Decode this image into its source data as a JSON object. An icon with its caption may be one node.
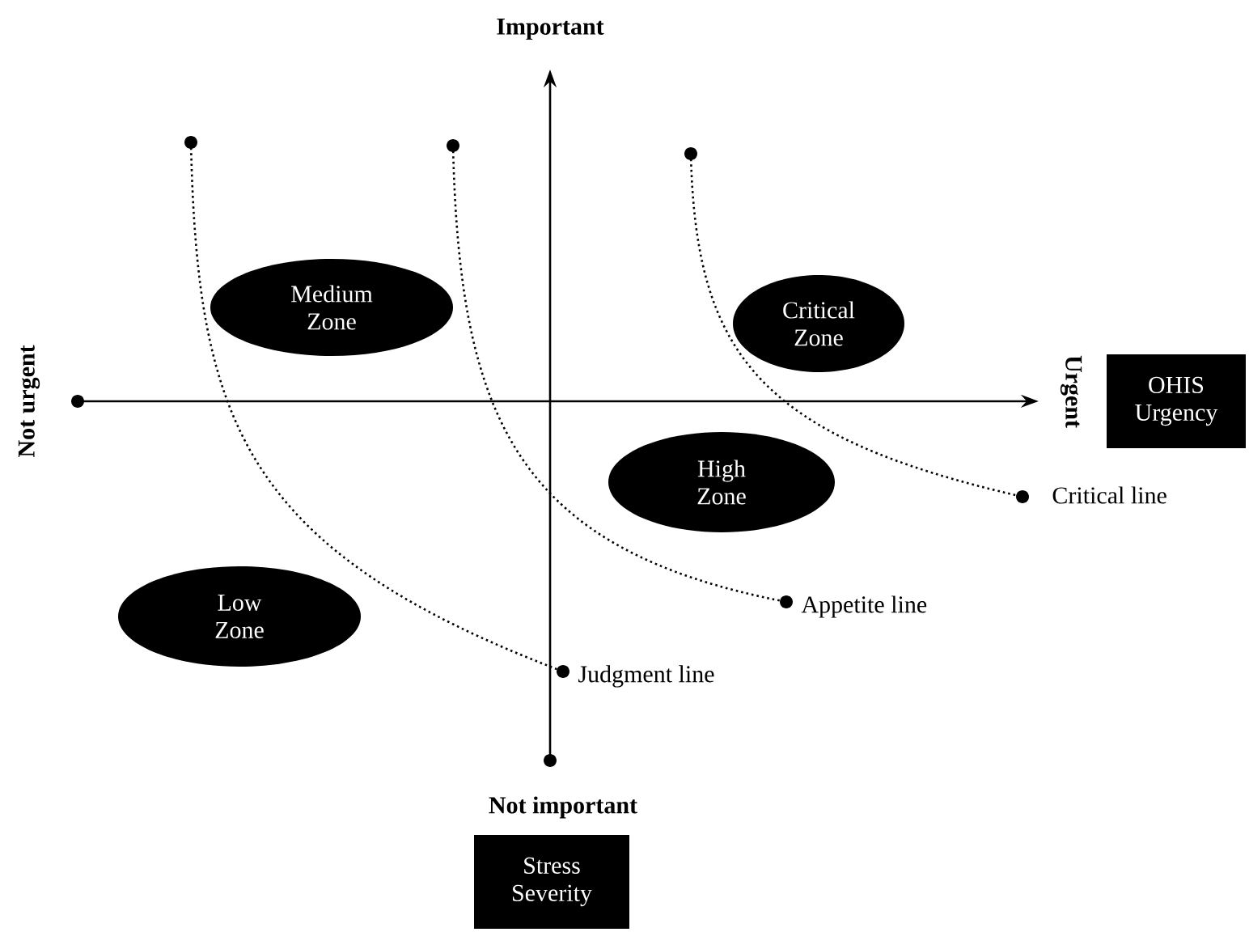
{
  "diagram": {
    "nodes": [
      {
        "text": [
          "Medium Zone"
        ]
      },
      {
        "text": [
          "Critical Zone"
        ]
      },
      {
        "text": [
          "High Zone"
        ]
      },
      {
        "text": [
          "Low Zone"
        ]
      },
      {
        "text": [
          "OHIS Urgency"
        ]
      },
      {
        "text": [
          "Stress Severity"
        ]
      }
    ],
    "labels": [
      "Important",
      "Not urgent",
      "Urgent",
      "Critical line",
      "Appetite line",
      "Judgment line",
      "Not important"
    ]
  }
}
